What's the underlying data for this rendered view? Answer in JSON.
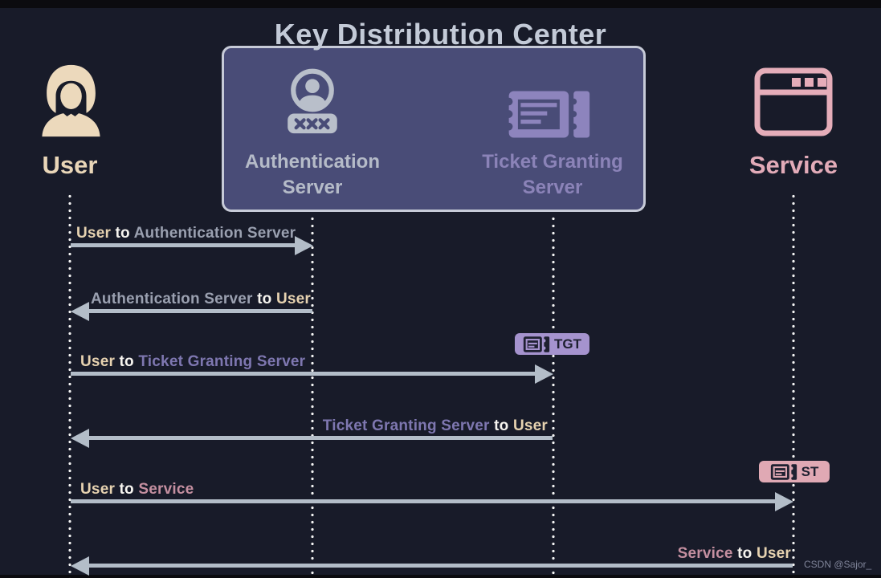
{
  "title": "Key Distribution Center",
  "watermark": "CSDN @Sajor_",
  "actors": {
    "user": {
      "label": "User",
      "color": "#e9d6b8",
      "icon": "woman-user-icon"
    },
    "auth_server": {
      "label": "Authentication Server",
      "color": "#b5bbc8",
      "icon": "person-password-icon"
    },
    "ticket_granting_server": {
      "label": "Ticket Granting Server",
      "color": "#8b83b8",
      "icon": "ticket-icon"
    },
    "service": {
      "label": "Service",
      "color": "#e2abb8",
      "icon": "browser-window-icon"
    }
  },
  "kdc_box": {
    "fill": "#494c77",
    "border": "#c7cbd8"
  },
  "badges": {
    "tgt": {
      "label": "TGT",
      "color": "#a593ce",
      "icon": "ticket-icon"
    },
    "st": {
      "label": "ST",
      "color": "#e0a9b4",
      "icon": "ticket-icon"
    }
  },
  "messages": [
    {
      "direction": "right",
      "parts": [
        {
          "text": "User "
        },
        {
          "text": "to "
        },
        {
          "text": "Authentication Server"
        }
      ]
    },
    {
      "direction": "left",
      "parts": [
        {
          "text": "Authentication Server "
        },
        {
          "text": "to "
        },
        {
          "text": "User"
        }
      ]
    },
    {
      "direction": "right",
      "parts": [
        {
          "text": "User "
        },
        {
          "text": "to "
        },
        {
          "text": "Ticket Granting Server"
        }
      ]
    },
    {
      "direction": "left",
      "parts": [
        {
          "text": "Ticket Granting Server "
        },
        {
          "text": "to "
        },
        {
          "text": "User"
        }
      ]
    },
    {
      "direction": "right",
      "parts": [
        {
          "text": "User "
        },
        {
          "text": "to "
        },
        {
          "text": "Service"
        }
      ]
    },
    {
      "direction": "left",
      "parts": [
        {
          "text": "Service "
        },
        {
          "text": "to "
        },
        {
          "text": "User"
        }
      ]
    }
  ],
  "colors": {
    "background": "#181b29",
    "arrow": "#b3bdc8",
    "title": "#c3cad7",
    "lifeline": "#f2f2f2"
  }
}
